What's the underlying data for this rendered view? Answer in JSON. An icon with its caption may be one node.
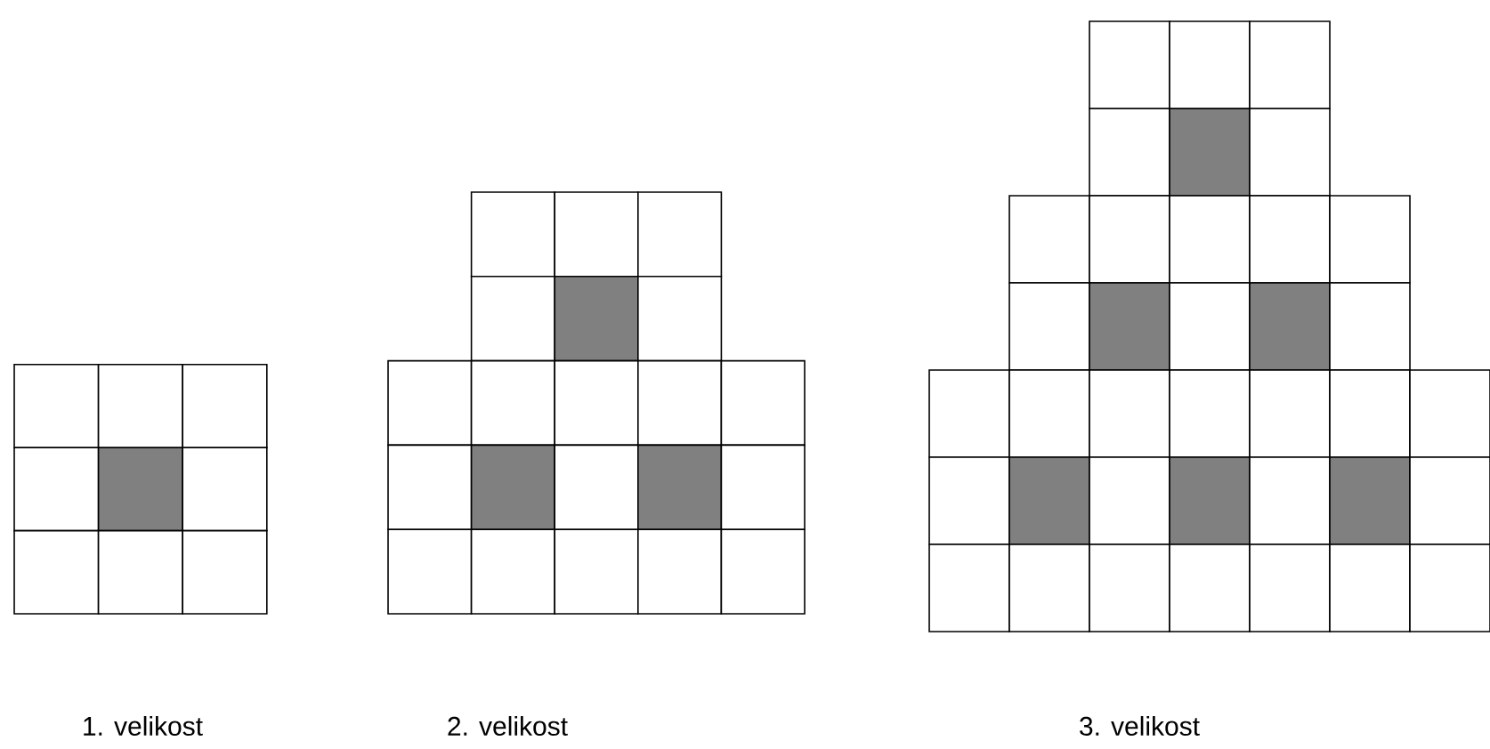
{
  "diagram": {
    "labels": [
      "1. velikost",
      "2. velikost",
      "3. velikost"
    ]
  }
}
